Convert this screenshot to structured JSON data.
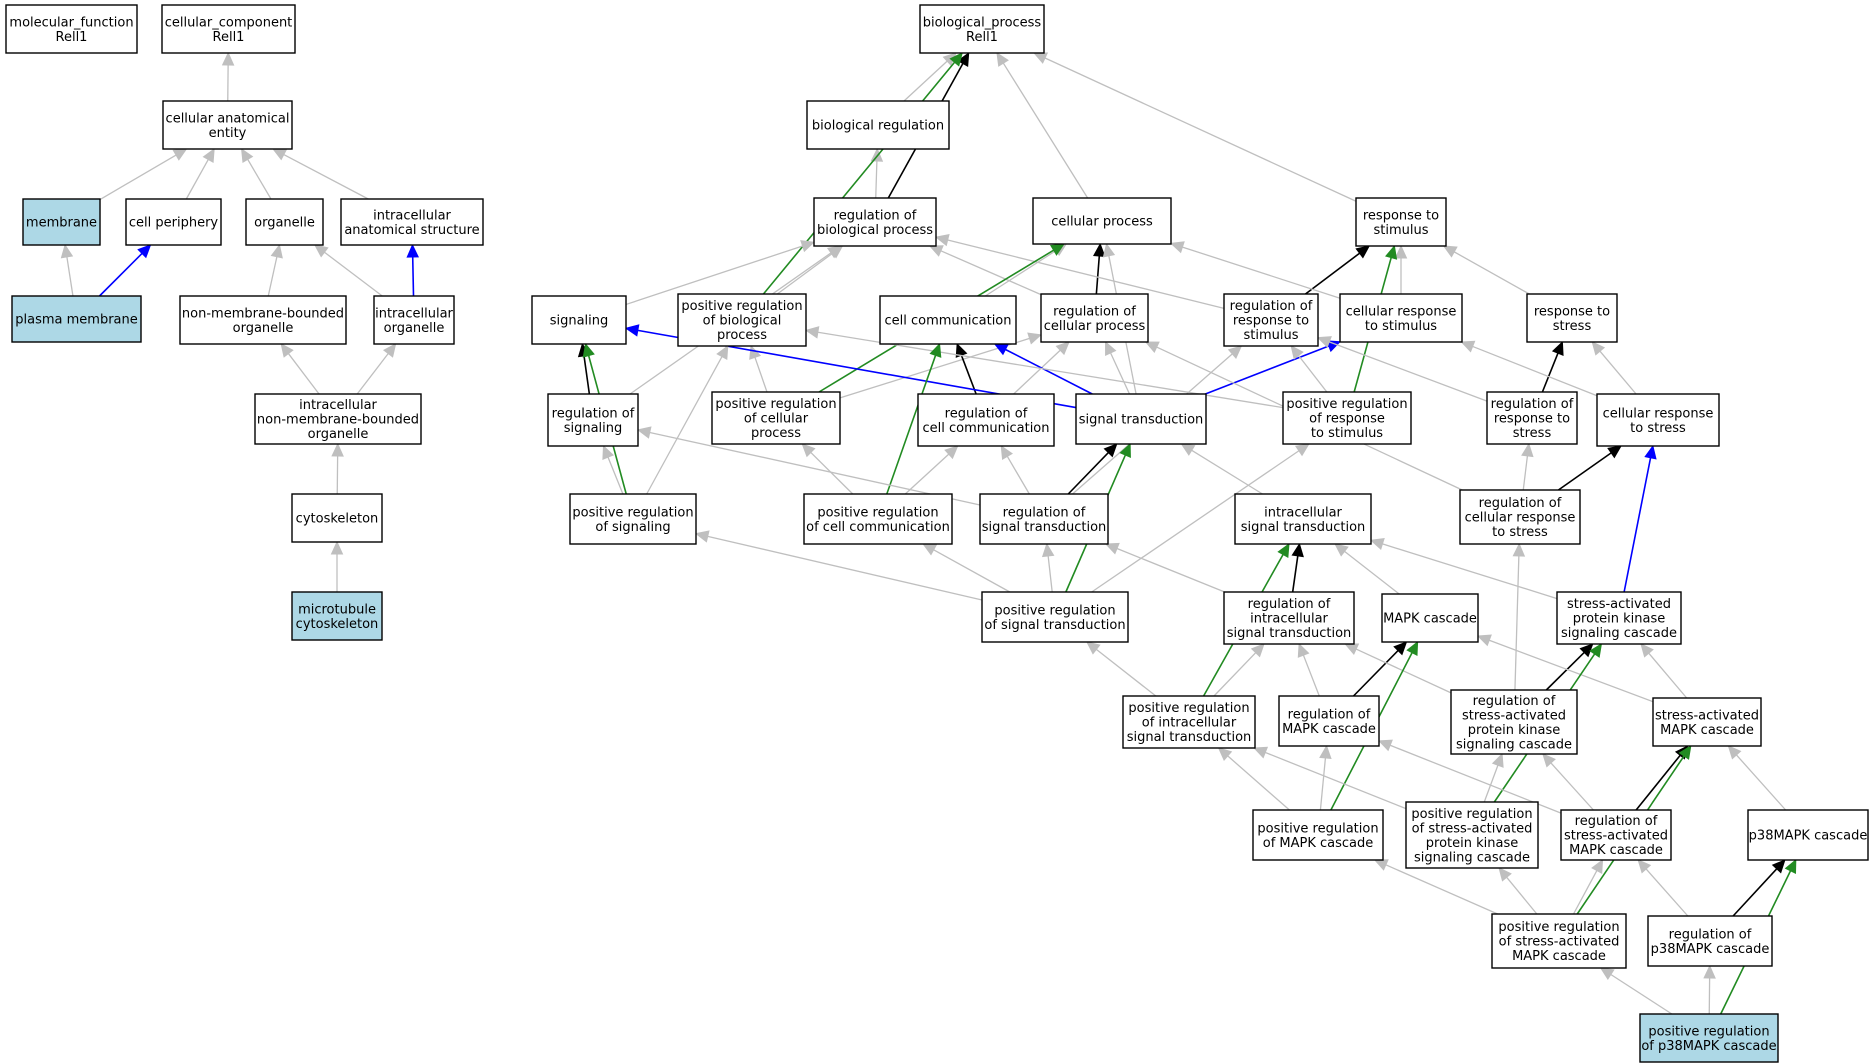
{
  "colors": {
    "is_a": "#bfbfbf",
    "part_of": "#0000ff",
    "regulates": "#000000",
    "positively_regulates": "#228b22",
    "highlight_fill": "#add8e6",
    "default_fill": "#ffffff"
  },
  "nodes": [
    {
      "id": "mf",
      "lines": [
        "molecular_function",
        "Rell1"
      ]
    },
    {
      "id": "cc",
      "lines": [
        "cellular_component",
        "Rell1"
      ]
    },
    {
      "id": "bp",
      "lines": [
        "biological_process",
        "Rell1"
      ]
    },
    {
      "id": "cae",
      "lines": [
        "cellular anatomical",
        "entity"
      ]
    },
    {
      "id": "membrane",
      "lines": [
        "membrane"
      ],
      "highlight": true
    },
    {
      "id": "cellper",
      "lines": [
        "cell periphery"
      ]
    },
    {
      "id": "organelle",
      "lines": [
        "organelle"
      ]
    },
    {
      "id": "intraanat",
      "lines": [
        "intracellular",
        "anatomical structure"
      ]
    },
    {
      "id": "plasma",
      "lines": [
        "plasma membrane"
      ],
      "highlight": true
    },
    {
      "id": "nmbo",
      "lines": [
        "non-membrane-bounded",
        "organelle"
      ]
    },
    {
      "id": "intraorg",
      "lines": [
        "intracellular",
        "organelle"
      ]
    },
    {
      "id": "inmbo",
      "lines": [
        "intracellular",
        "non-membrane-bounded",
        "organelle"
      ]
    },
    {
      "id": "cytosk",
      "lines": [
        "cytoskeleton"
      ]
    },
    {
      "id": "mtcytosk",
      "lines": [
        "microtubule",
        "cytoskeleton"
      ],
      "highlight": true
    },
    {
      "id": "bioreg",
      "lines": [
        "biological regulation"
      ]
    },
    {
      "id": "regbp",
      "lines": [
        "regulation of",
        "biological process"
      ]
    },
    {
      "id": "cellproc",
      "lines": [
        "cellular process"
      ]
    },
    {
      "id": "respstim",
      "lines": [
        "response to",
        "stimulus"
      ]
    },
    {
      "id": "signaling",
      "lines": [
        "signaling"
      ]
    },
    {
      "id": "posregbp",
      "lines": [
        "positive regulation",
        "of biological",
        "process"
      ]
    },
    {
      "id": "cellcomm",
      "lines": [
        "cell communication"
      ]
    },
    {
      "id": "regcp",
      "lines": [
        "regulation of",
        "cellular process"
      ]
    },
    {
      "id": "regrespstim",
      "lines": [
        "regulation of",
        "response to",
        "stimulus"
      ]
    },
    {
      "id": "cellrespstim",
      "lines": [
        "cellular response",
        "to stimulus"
      ]
    },
    {
      "id": "respstress",
      "lines": [
        "response to",
        "stress"
      ]
    },
    {
      "id": "regsig",
      "lines": [
        "regulation of",
        "signaling"
      ]
    },
    {
      "id": "posregcp",
      "lines": [
        "positive regulation",
        "of cellular",
        "process"
      ]
    },
    {
      "id": "regcc",
      "lines": [
        "regulation of",
        "cell communication"
      ]
    },
    {
      "id": "sigtrans",
      "lines": [
        "signal transduction"
      ]
    },
    {
      "id": "posregrespstim",
      "lines": [
        "positive regulation",
        "of response",
        "to stimulus"
      ]
    },
    {
      "id": "regrespstress",
      "lines": [
        "regulation of",
        "response to",
        "stress"
      ]
    },
    {
      "id": "cellrespstress",
      "lines": [
        "cellular response",
        "to stress"
      ]
    },
    {
      "id": "posregsig",
      "lines": [
        "positive regulation",
        "of signaling"
      ]
    },
    {
      "id": "posregcc",
      "lines": [
        "positive regulation",
        "of cell communication"
      ]
    },
    {
      "id": "regst",
      "lines": [
        "regulation of",
        "signal transduction"
      ]
    },
    {
      "id": "intrast",
      "lines": [
        "intracellular",
        "signal transduction"
      ]
    },
    {
      "id": "regcrs",
      "lines": [
        "regulation of",
        "cellular response",
        "to stress"
      ]
    },
    {
      "id": "posregst",
      "lines": [
        "positive regulation",
        "of signal transduction"
      ]
    },
    {
      "id": "regist",
      "lines": [
        "regulation of",
        "intracellular",
        "signal transduction"
      ]
    },
    {
      "id": "mapk",
      "lines": [
        "MAPK cascade"
      ]
    },
    {
      "id": "sapk",
      "lines": [
        "stress-activated",
        "protein kinase",
        "signaling cascade"
      ]
    },
    {
      "id": "posregist",
      "lines": [
        "positive regulation",
        "of intracellular",
        "signal transduction"
      ]
    },
    {
      "id": "regmapk",
      "lines": [
        "regulation of",
        "MAPK cascade"
      ]
    },
    {
      "id": "regsapk",
      "lines": [
        "regulation of",
        "stress-activated",
        "protein kinase",
        "signaling cascade"
      ]
    },
    {
      "id": "samapk",
      "lines": [
        "stress-activated",
        "MAPK cascade"
      ]
    },
    {
      "id": "posregmapk",
      "lines": [
        "positive regulation",
        "of MAPK cascade"
      ]
    },
    {
      "id": "posregsapk",
      "lines": [
        "positive regulation",
        "of stress-activated",
        "protein kinase",
        "signaling cascade"
      ]
    },
    {
      "id": "regsamapk",
      "lines": [
        "regulation of",
        "stress-activated",
        "MAPK cascade"
      ]
    },
    {
      "id": "p38",
      "lines": [
        "p38MAPK cascade"
      ]
    },
    {
      "id": "posregsamapk",
      "lines": [
        "positive regulation",
        "of stress-activated",
        "MAPK cascade"
      ]
    },
    {
      "id": "regp38",
      "lines": [
        "regulation of",
        "p38MAPK cascade"
      ]
    },
    {
      "id": "posregp38",
      "lines": [
        "positive regulation",
        "of p38MAPK cascade"
      ],
      "highlight": true
    }
  ],
  "edges": [
    {
      "from": "cae",
      "to": "cc",
      "type": "is_a"
    },
    {
      "from": "membrane",
      "to": "cae",
      "type": "is_a"
    },
    {
      "from": "cellper",
      "to": "cae",
      "type": "is_a"
    },
    {
      "from": "organelle",
      "to": "cae",
      "type": "is_a"
    },
    {
      "from": "intraanat",
      "to": "cae",
      "type": "is_a"
    },
    {
      "from": "plasma",
      "to": "membrane",
      "type": "is_a"
    },
    {
      "from": "plasma",
      "to": "cellper",
      "type": "part_of"
    },
    {
      "from": "nmbo",
      "to": "organelle",
      "type": "is_a"
    },
    {
      "from": "intraorg",
      "to": "organelle",
      "type": "is_a"
    },
    {
      "from": "intraorg",
      "to": "intraanat",
      "type": "part_of"
    },
    {
      "from": "inmbo",
      "to": "nmbo",
      "type": "is_a"
    },
    {
      "from": "inmbo",
      "to": "intraorg",
      "type": "is_a"
    },
    {
      "from": "cytosk",
      "to": "inmbo",
      "type": "is_a"
    },
    {
      "from": "mtcytosk",
      "to": "cytosk",
      "type": "is_a"
    },
    {
      "from": "bioreg",
      "to": "bp",
      "type": "is_a"
    },
    {
      "from": "regbp",
      "to": "bioreg",
      "type": "is_a"
    },
    {
      "from": "regbp",
      "to": "bp",
      "type": "regulates"
    },
    {
      "from": "cellproc",
      "to": "bp",
      "type": "is_a"
    },
    {
      "from": "respstim",
      "to": "bp",
      "type": "is_a"
    },
    {
      "from": "posregbp",
      "to": "bp",
      "type": "positively_regulates"
    },
    {
      "from": "posregbp",
      "to": "regbp",
      "type": "is_a"
    },
    {
      "from": "signaling",
      "to": "regbp",
      "type": "is_a"
    },
    {
      "from": "cellcomm",
      "to": "cellproc",
      "type": "is_a"
    },
    {
      "from": "regcp",
      "to": "cellproc",
      "type": "regulates"
    },
    {
      "from": "regcp",
      "to": "regbp",
      "type": "is_a"
    },
    {
      "from": "regrespstim",
      "to": "respstim",
      "type": "regulates"
    },
    {
      "from": "regrespstim",
      "to": "regbp",
      "type": "is_a"
    },
    {
      "from": "cellrespstim",
      "to": "respstim",
      "type": "is_a"
    },
    {
      "from": "cellrespstim",
      "to": "cellproc",
      "type": "is_a"
    },
    {
      "from": "respstress",
      "to": "respstim",
      "type": "is_a"
    },
    {
      "from": "regsig",
      "to": "signaling",
      "type": "regulates"
    },
    {
      "from": "regsig",
      "to": "regbp",
      "type": "is_a"
    },
    {
      "from": "posregcp",
      "to": "cellproc",
      "type": "positively_regulates"
    },
    {
      "from": "posregcp",
      "to": "posregbp",
      "type": "is_a"
    },
    {
      "from": "posregcp",
      "to": "regcp",
      "type": "is_a"
    },
    {
      "from": "regcc",
      "to": "cellcomm",
      "type": "regulates"
    },
    {
      "from": "regcc",
      "to": "regcp",
      "type": "is_a"
    },
    {
      "from": "sigtrans",
      "to": "signaling",
      "type": "part_of"
    },
    {
      "from": "sigtrans",
      "to": "cellproc",
      "type": "is_a"
    },
    {
      "from": "sigtrans",
      "to": "regcp",
      "type": "is_a"
    },
    {
      "from": "sigtrans",
      "to": "cellrespstim",
      "type": "part_of"
    },
    {
      "from": "sigtrans",
      "to": "cellcomm",
      "type": "part_of"
    },
    {
      "from": "posregrespstim",
      "to": "respstim",
      "type": "positively_regulates"
    },
    {
      "from": "posregrespstim",
      "to": "regrespstim",
      "type": "is_a"
    },
    {
      "from": "posregrespstim",
      "to": "posregbp",
      "type": "is_a"
    },
    {
      "from": "regrespstress",
      "to": "respstress",
      "type": "regulates"
    },
    {
      "from": "regrespstress",
      "to": "regrespstim",
      "type": "is_a"
    },
    {
      "from": "cellrespstress",
      "to": "respstress",
      "type": "is_a"
    },
    {
      "from": "cellrespstress",
      "to": "cellrespstim",
      "type": "is_a"
    },
    {
      "from": "posregsig",
      "to": "signaling",
      "type": "positively_regulates"
    },
    {
      "from": "posregsig",
      "to": "regsig",
      "type": "is_a"
    },
    {
      "from": "posregsig",
      "to": "posregbp",
      "type": "is_a"
    },
    {
      "from": "posregcc",
      "to": "cellcomm",
      "type": "positively_regulates"
    },
    {
      "from": "posregcc",
      "to": "regcc",
      "type": "is_a"
    },
    {
      "from": "posregcc",
      "to": "posregcp",
      "type": "is_a"
    },
    {
      "from": "regst",
      "to": "sigtrans",
      "type": "regulates"
    },
    {
      "from": "regst",
      "to": "regsig",
      "type": "is_a"
    },
    {
      "from": "regst",
      "to": "regcc",
      "type": "is_a"
    },
    {
      "from": "regst",
      "to": "regrespstim",
      "type": "is_a"
    },
    {
      "from": "intrast",
      "to": "sigtrans",
      "type": "is_a"
    },
    {
      "from": "regcrs",
      "to": "cellrespstress",
      "type": "regulates"
    },
    {
      "from": "regcrs",
      "to": "regrespstress",
      "type": "is_a"
    },
    {
      "from": "regcrs",
      "to": "regcp",
      "type": "is_a"
    },
    {
      "from": "posregst",
      "to": "sigtrans",
      "type": "positively_regulates"
    },
    {
      "from": "posregst",
      "to": "regst",
      "type": "is_a"
    },
    {
      "from": "posregst",
      "to": "posregsig",
      "type": "is_a"
    },
    {
      "from": "posregst",
      "to": "posregcc",
      "type": "is_a"
    },
    {
      "from": "posregst",
      "to": "posregrespstim",
      "type": "is_a"
    },
    {
      "from": "regist",
      "to": "intrast",
      "type": "regulates"
    },
    {
      "from": "regist",
      "to": "regst",
      "type": "is_a"
    },
    {
      "from": "mapk",
      "to": "intrast",
      "type": "is_a"
    },
    {
      "from": "sapk",
      "to": "intrast",
      "type": "is_a"
    },
    {
      "from": "sapk",
      "to": "cellrespstress",
      "type": "part_of"
    },
    {
      "from": "posregist",
      "to": "intrast",
      "type": "positively_regulates"
    },
    {
      "from": "posregist",
      "to": "regist",
      "type": "is_a"
    },
    {
      "from": "posregist",
      "to": "posregst",
      "type": "is_a"
    },
    {
      "from": "regmapk",
      "to": "mapk",
      "type": "regulates"
    },
    {
      "from": "regmapk",
      "to": "regist",
      "type": "is_a"
    },
    {
      "from": "regsapk",
      "to": "sapk",
      "type": "regulates"
    },
    {
      "from": "regsapk",
      "to": "regist",
      "type": "is_a"
    },
    {
      "from": "regsapk",
      "to": "regcrs",
      "type": "is_a"
    },
    {
      "from": "samapk",
      "to": "mapk",
      "type": "is_a"
    },
    {
      "from": "samapk",
      "to": "sapk",
      "type": "is_a"
    },
    {
      "from": "posregmapk",
      "to": "mapk",
      "type": "positively_regulates"
    },
    {
      "from": "posregmapk",
      "to": "regmapk",
      "type": "is_a"
    },
    {
      "from": "posregmapk",
      "to": "posregist",
      "type": "is_a"
    },
    {
      "from": "posregsapk",
      "to": "sapk",
      "type": "positively_regulates"
    },
    {
      "from": "posregsapk",
      "to": "regsapk",
      "type": "is_a"
    },
    {
      "from": "posregsapk",
      "to": "posregist",
      "type": "is_a"
    },
    {
      "from": "regsamapk",
      "to": "samapk",
      "type": "regulates"
    },
    {
      "from": "regsamapk",
      "to": "regmapk",
      "type": "is_a"
    },
    {
      "from": "regsamapk",
      "to": "regsapk",
      "type": "is_a"
    },
    {
      "from": "p38",
      "to": "samapk",
      "type": "is_a"
    },
    {
      "from": "posregsamapk",
      "to": "samapk",
      "type": "positively_regulates"
    },
    {
      "from": "posregsamapk",
      "to": "regsamapk",
      "type": "is_a"
    },
    {
      "from": "posregsamapk",
      "to": "posregmapk",
      "type": "is_a"
    },
    {
      "from": "posregsamapk",
      "to": "posregsapk",
      "type": "is_a"
    },
    {
      "from": "regp38",
      "to": "p38",
      "type": "regulates"
    },
    {
      "from": "regp38",
      "to": "regsamapk",
      "type": "is_a"
    },
    {
      "from": "posregp38",
      "to": "p38",
      "type": "positively_regulates"
    },
    {
      "from": "posregp38",
      "to": "regp38",
      "type": "is_a"
    },
    {
      "from": "posregp38",
      "to": "posregsamapk",
      "type": "is_a"
    }
  ]
}
